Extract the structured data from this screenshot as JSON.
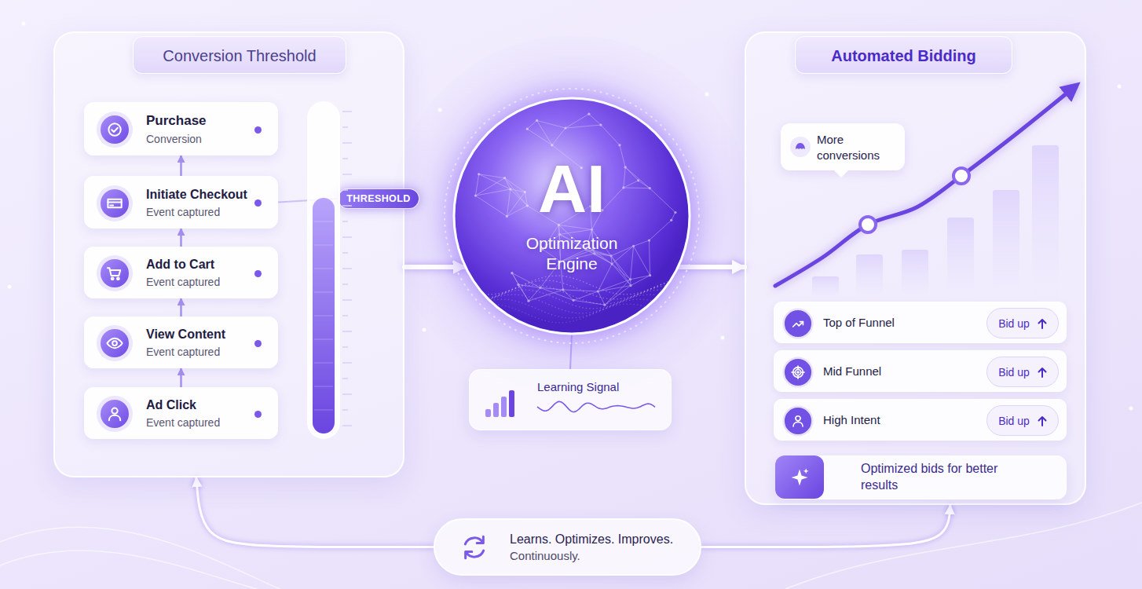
{
  "diagram": {
    "nodes": [
      {
        "text": [
          "Conversion Threshold"
        ]
      },
      {
        "text": [
          "Purchase",
          "Conversion"
        ],
        "in": 0
      },
      {
        "text": [
          "Initiate Checkout",
          "Event captured"
        ],
        "in": 0
      },
      {
        "text": [
          "Add to Cart",
          "Event captured"
        ],
        "in": 0
      },
      {
        "text": [
          "View Content",
          "Event captured"
        ],
        "in": 0
      },
      {
        "text": [
          "Ad Click",
          "Event captured"
        ],
        "in": 0
      },
      {
        "text": [
          "THRESHOLD"
        ],
        "in": 0
      },
      {
        "text": [
          "AI",
          "Optimization Engine"
        ]
      },
      {
        "text": [
          "Learning Signal"
        ]
      },
      {
        "text": [
          "Automated Bidding"
        ]
      },
      {
        "text": [
          "More conversions"
        ],
        "in": 9
      },
      {
        "text": [
          "Top of Funnel"
        ],
        "in": 9
      },
      {
        "text": [
          "Bid up"
        ],
        "in": 11
      },
      {
        "text": [
          "Mid Funnel"
        ],
        "in": 9
      },
      {
        "text": [
          "Bid up"
        ],
        "in": 13
      },
      {
        "text": [
          "High Intent"
        ],
        "in": 9
      },
      {
        "text": [
          "Bid up"
        ],
        "in": 15
      },
      {
        "text": [
          "Optimized bids for better results"
        ],
        "in": 9
      },
      {
        "text": [
          "Learns. Optimizes. Improves.",
          "Continuously."
        ]
      }
    ],
    "edges": [
      {
        "from": 5,
        "to": 4,
        "arrow": "to"
      },
      {
        "from": 4,
        "to": 3,
        "arrow": "to"
      },
      {
        "from": 3,
        "to": 2,
        "arrow": "to"
      },
      {
        "from": 2,
        "to": 1,
        "arrow": "to"
      },
      {
        "from": 2,
        "to": 6,
        "arrow": "none"
      },
      {
        "from": 0,
        "to": 7,
        "arrow": "to"
      },
      {
        "from": 7,
        "to": 9,
        "arrow": "to"
      },
      {
        "from": 8,
        "to": 7,
        "arrow": "none"
      },
      {
        "from": 18,
        "to": 0,
        "arrow": "to"
      },
      {
        "from": 18,
        "to": 9,
        "arrow": "to"
      }
    ]
  }
}
